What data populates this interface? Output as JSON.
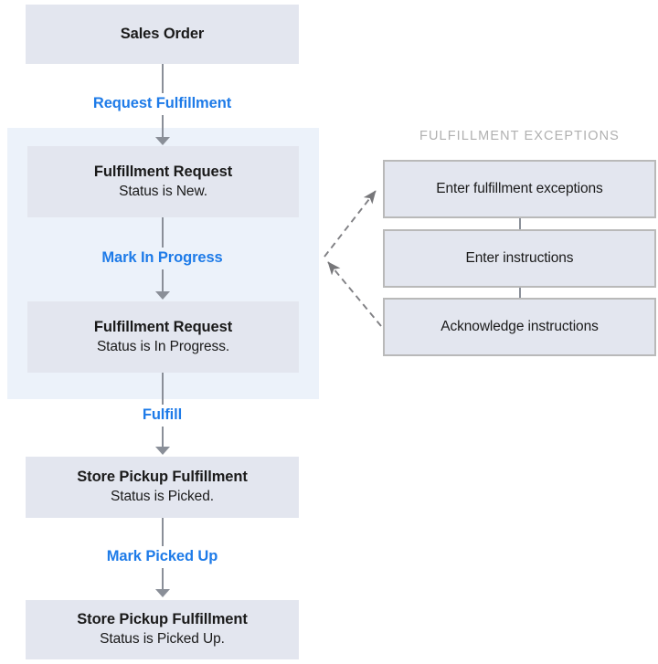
{
  "diagram": {
    "title_hidden": "",
    "colors": {
      "node_fill": "#e3e6ef",
      "panel_fill": "#ecf2fa",
      "transition_blue": "#1e7be8",
      "connector_gray": "#8a8f98",
      "exception_border": "#b9b9b9",
      "exception_title_gray": "#b0b0b0",
      "text_dark": "#1a1a1a"
    },
    "main_flow": {
      "nodes": [
        {
          "id": "sales-order",
          "title": "Sales Order",
          "subtitle": ""
        },
        {
          "id": "fr-new",
          "title": "Fulfillment Request",
          "subtitle": "Status is New."
        },
        {
          "id": "fr-in-progress",
          "title": "Fulfillment Request",
          "subtitle": "Status is In Progress."
        },
        {
          "id": "spf-picked",
          "title": "Store Pickup Fulfillment",
          "subtitle": "Status is Picked."
        },
        {
          "id": "spf-picked-up",
          "title": "Store Pickup Fulfillment",
          "subtitle": "Status is Picked Up."
        }
      ],
      "transitions": [
        {
          "id": "request-fulfillment",
          "label": "Request Fulfillment"
        },
        {
          "id": "mark-in-progress",
          "label": "Mark In Progress"
        },
        {
          "id": "fulfill",
          "label": "Fulfill"
        },
        {
          "id": "mark-picked-up",
          "label": "Mark Picked Up"
        }
      ]
    },
    "exceptions_group": {
      "title": "FULFILLMENT EXCEPTIONS",
      "steps": [
        {
          "id": "enter-fulfillment-exceptions",
          "label": "Enter fulfillment exceptions"
        },
        {
          "id": "enter-instructions",
          "label": "Enter instructions"
        },
        {
          "id": "acknowledge-instructions",
          "label": "Acknowledge instructions"
        }
      ]
    }
  }
}
